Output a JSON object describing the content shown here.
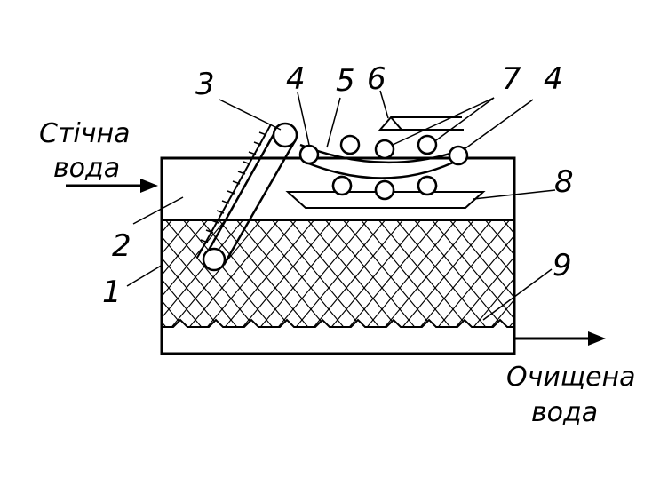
{
  "labels": {
    "inlet_line1": "Стічна",
    "inlet_line2": "вода",
    "outlet_line1": "Очищена",
    "outlet_line2": "вода"
  },
  "callouts": [
    "1",
    "2",
    "3",
    "4",
    "5",
    "6",
    "7",
    "4",
    "8",
    "9"
  ]
}
